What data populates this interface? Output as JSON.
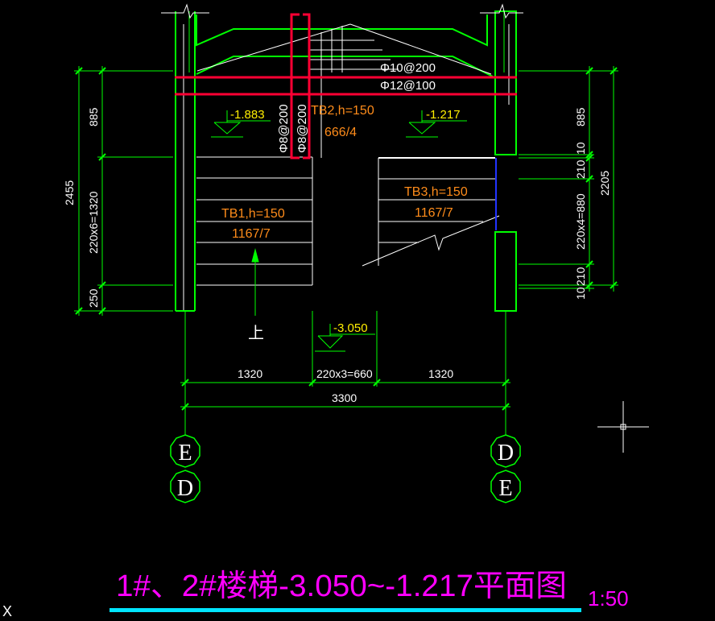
{
  "title": {
    "main": "1#、2#楼梯-3.050~-1.217平面图",
    "scale": "1:50"
  },
  "corner_mark": "X",
  "rebar": {
    "top_bar": "Φ10@200",
    "bottom_bar": "Φ12@100",
    "vertical_1": "Φ8@200",
    "vertical_2": "Φ8@200"
  },
  "levels": {
    "l1": "-1.883",
    "l2": "-1.217",
    "l3": "-3.050"
  },
  "flights": {
    "tb1_name": "TB1,h=150",
    "tb1_spec": "1167/7",
    "tb2_name": "TB2,h=150",
    "tb2_spec": "666/4",
    "tb3_name": "TB3,h=150",
    "tb3_spec": "1167/7"
  },
  "up_label": "上",
  "dims_left": {
    "total": "2455",
    "top": "885",
    "middle": "220x6=1320",
    "bottom": "250"
  },
  "dims_right": {
    "total": "2205",
    "top": "885",
    "d10a": "10",
    "d210a": "210",
    "middle": "220x4=880",
    "d210b": "210",
    "d10b": "10"
  },
  "dims_bottom": {
    "left": "1320",
    "middle": "220x3=660",
    "right": "1320",
    "total": "3300"
  },
  "axes": {
    "left_top": "E",
    "left_bottom": "D",
    "right_top": "D",
    "right_bottom": "E"
  },
  "colors": {
    "background": "#000000",
    "wall": "#00ff00",
    "dimension": "#00ff00",
    "stair_line": "#ffffff",
    "rebar_red": "#ff0033",
    "annotation_orange": "#ff8c1a",
    "level_yellow": "#ffee00",
    "title_magenta": "#ff00ff",
    "underline_cyan": "#00e5ff"
  }
}
